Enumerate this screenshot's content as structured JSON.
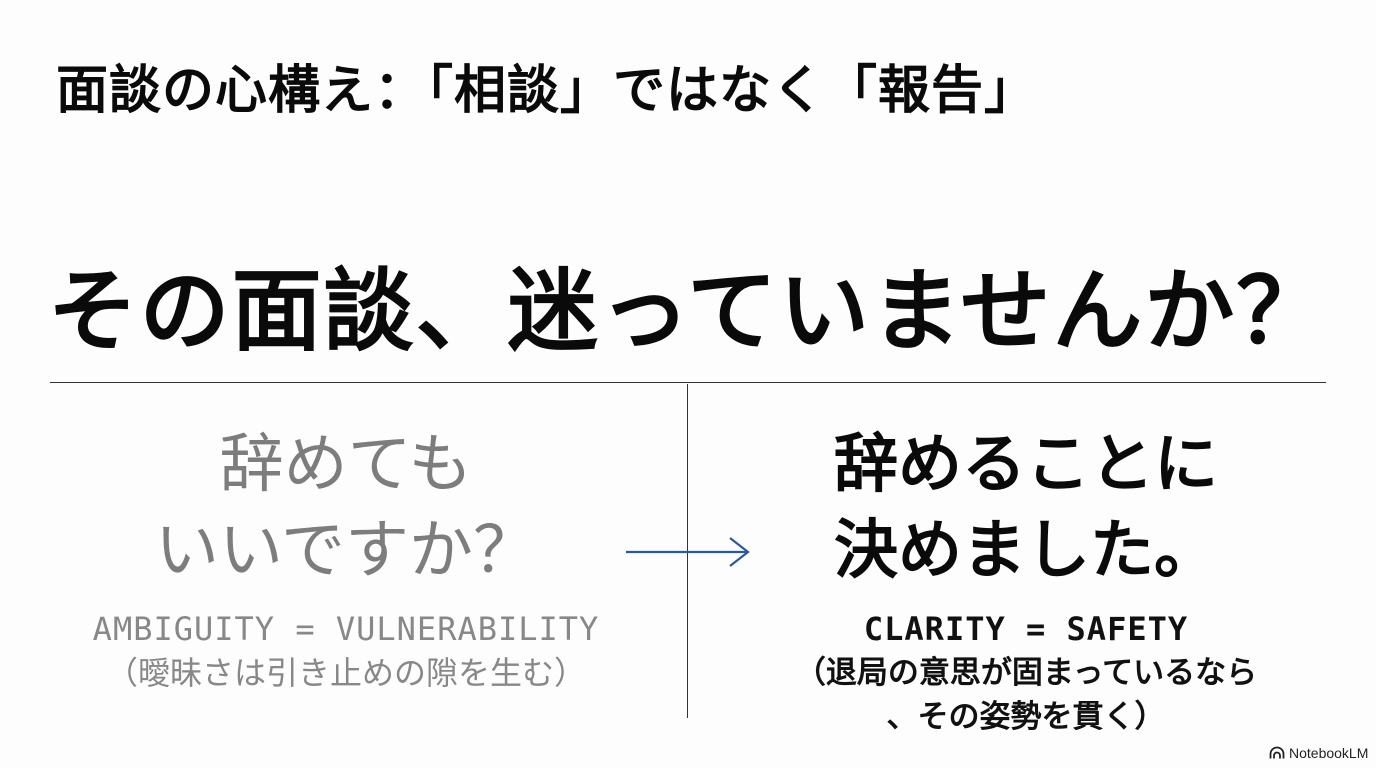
{
  "slide": {
    "title": "面談の心構え：「相談」ではなく「報告」",
    "headline": "その面談、迷っていませんか？",
    "left": {
      "main_line1": "辞めても",
      "main_line2": "いいですか？",
      "sub_line1": "AMBIGUITY = VULNERABILITY",
      "sub_line2": "（曖昧さは引き止めの隙を生む）"
    },
    "right": {
      "main_line1": "辞めることに",
      "main_line2": "決めました。",
      "sub_line1": "CLARITY = SAFETY",
      "sub_line2": "（退局の意思が固まっているなら",
      "sub_line3": "、その姿勢を貫く）"
    }
  },
  "branding": {
    "label": "NotebookLM",
    "icon": "notebooklm-logo-icon"
  },
  "colors": {
    "background": "#fdfdfd",
    "text_primary": "#0a0a0a",
    "text_muted": "#7d7d7d",
    "arrow": "#2a5a9c",
    "divider": "#333333"
  }
}
